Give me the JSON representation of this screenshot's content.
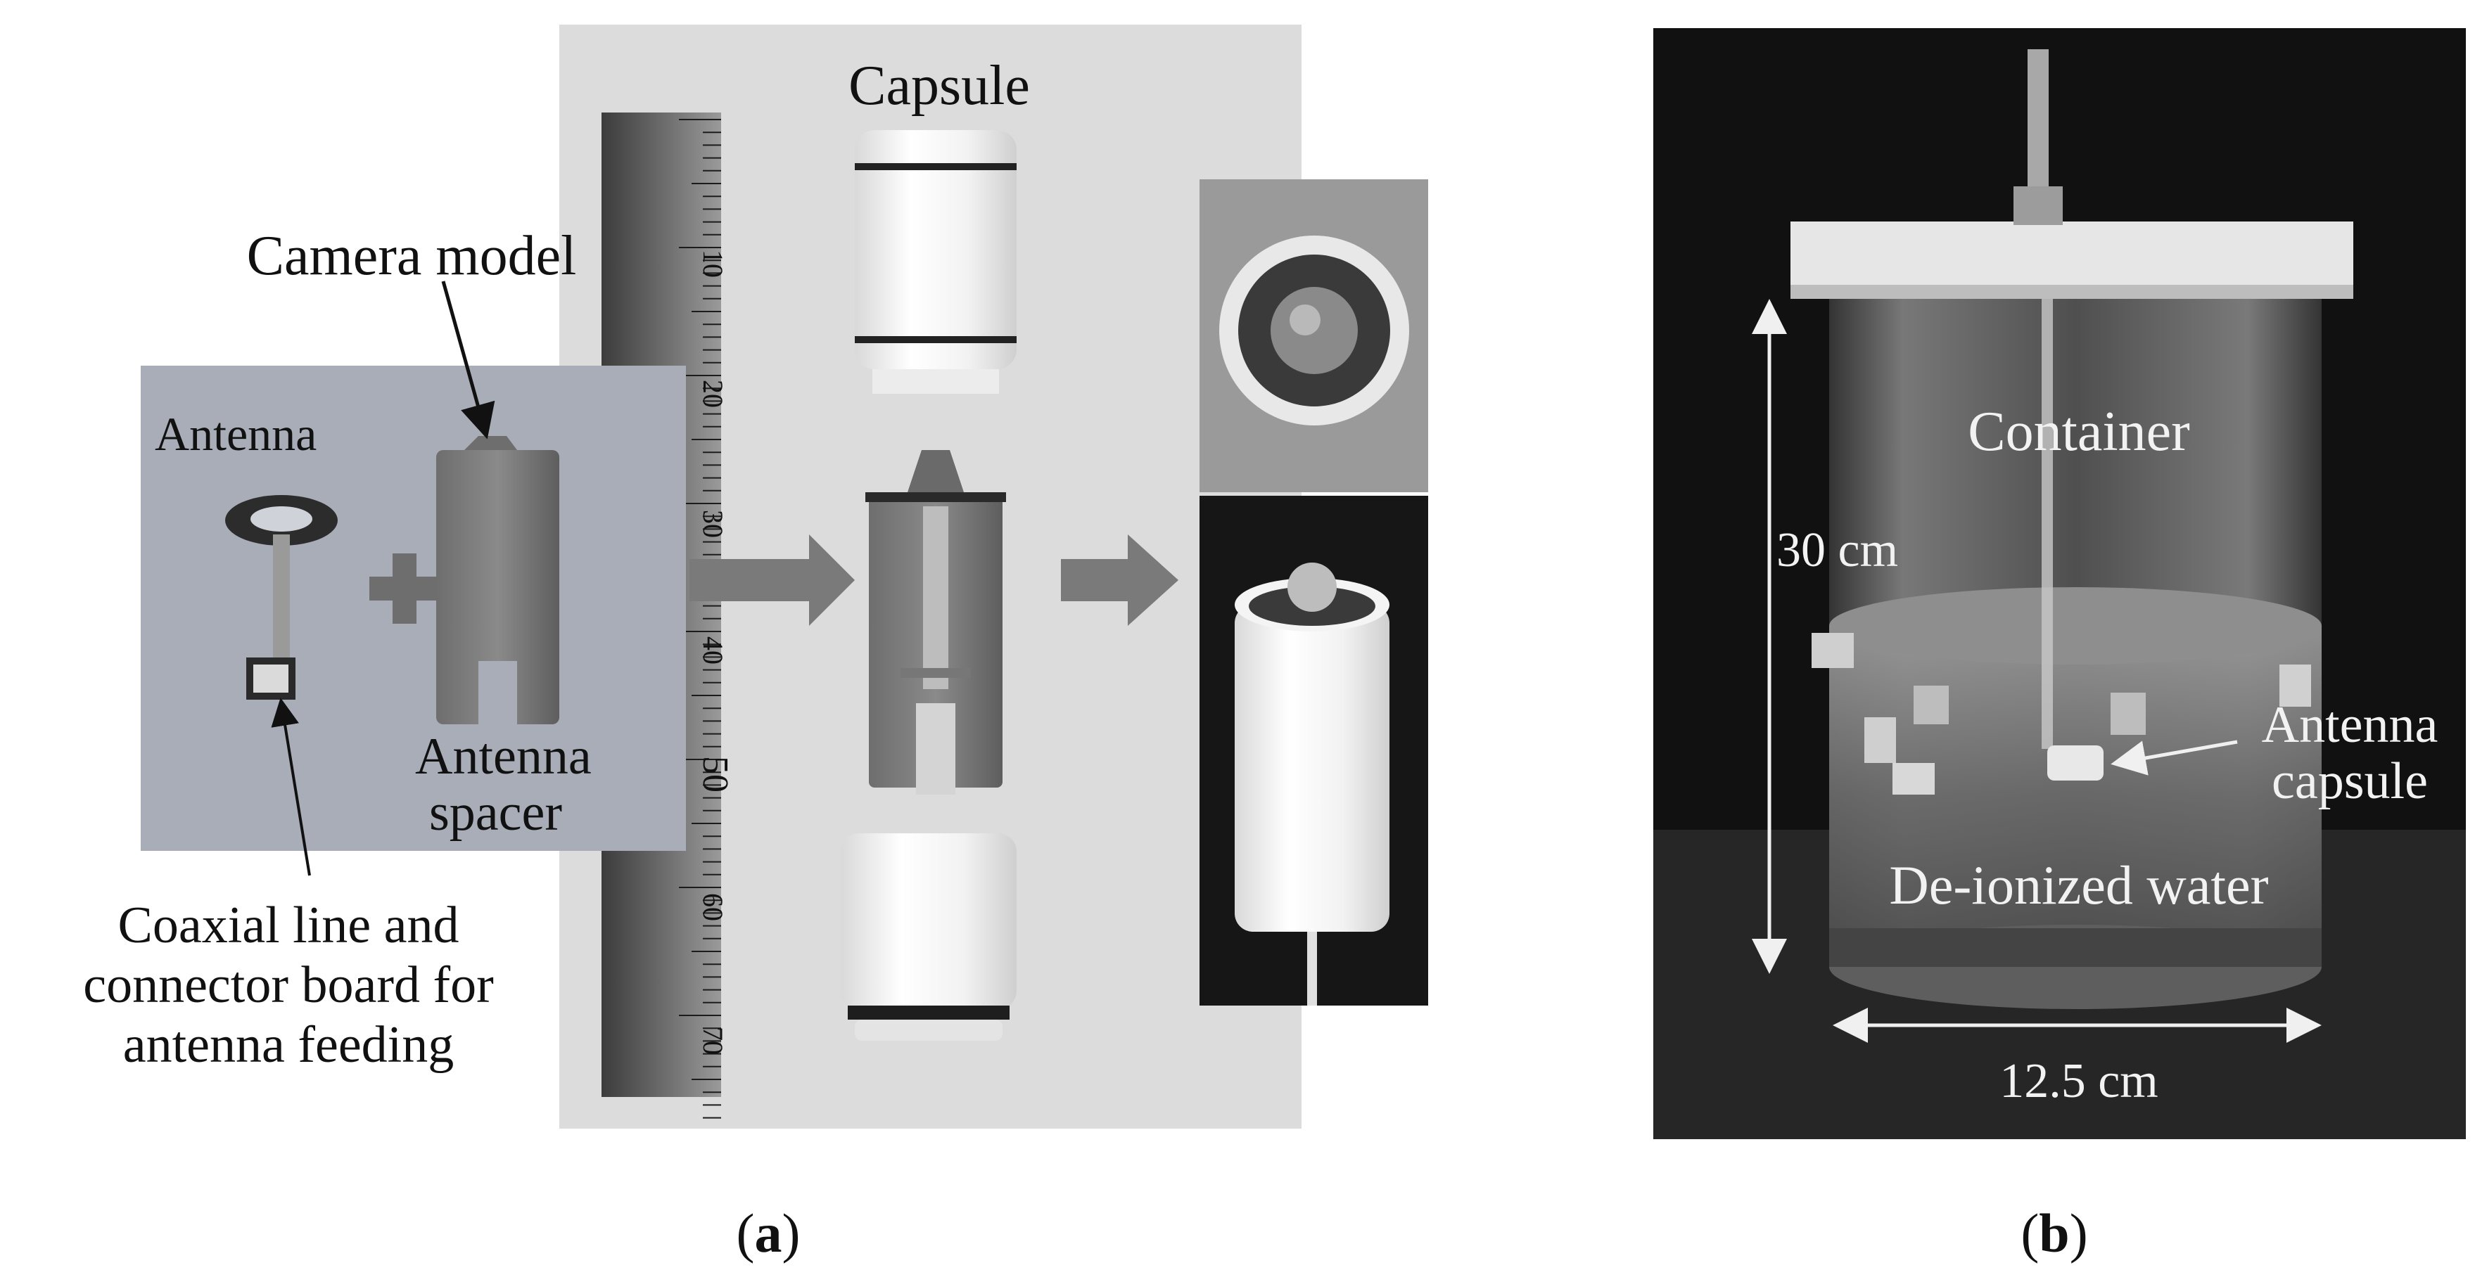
{
  "panel_a": {
    "labels": {
      "capsule": "Capsule",
      "camera_model": "Camera model",
      "antenna": "Antenna",
      "antenna_spacer_line1": "Antenna",
      "antenna_spacer_line2": "spacer",
      "coax_line1": "Coaxial line and",
      "coax_line2": "connector board for",
      "coax_line3": "antenna feeding"
    },
    "ruler_ticks": [
      "10",
      "20",
      "30",
      "40",
      "50",
      "60",
      "70"
    ],
    "caption_prefix": "(",
    "caption_letter": "a",
    "caption_suffix": ")"
  },
  "panel_b": {
    "labels": {
      "container": "Container",
      "height": "30 cm",
      "antenna_capsule_line1": "Antenna",
      "antenna_capsule_line2": "capsule",
      "water": "De-ionized water",
      "width": "12.5 cm"
    },
    "caption_prefix": "(",
    "caption_letter": "b",
    "caption_suffix": ")"
  }
}
